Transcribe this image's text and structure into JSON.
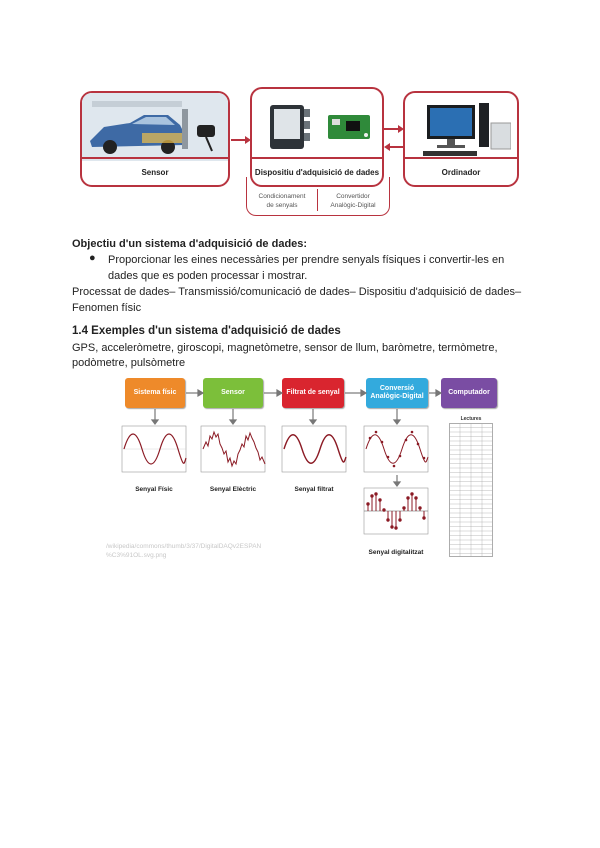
{
  "diagram1": {
    "sensor_label": "Sensor",
    "daq_label": "Dispositiu d'adquisició de dades",
    "computer_label": "Ordinador",
    "sub_left": [
      "Condicionament",
      "de senyals"
    ],
    "sub_right": [
      "Convertidor",
      "Analògic-Digital"
    ]
  },
  "section": {
    "objective_title": "Objectiu d'un sistema d'adquisició de dades:",
    "bullet_line1": "Proporcionar les eines necessàries per prendre senyals físiques i convertir-les en",
    "bullet_line2": "dades que es poden processar i mostrar.",
    "flow_line1": "Processat de dades– Transmissió/comunicació de dades– Dispositiu d'adquisició de dades–",
    "flow_line2": "Fenomen físic",
    "examples_title": "1.4 Exemples d'un sistema d'adquisició de dades",
    "examples_line1": "GPS, acceleròmetre, giroscopi, magnetòmetre, sensor de llum, baròmetre, termòmetre,",
    "examples_line2": "podòmetre, pulsòmetre"
  },
  "diagram2": {
    "stages": [
      "Sistema físic",
      "Sensor",
      "Filtrat de senyal",
      "Conversió Analògic-Digital",
      "Computador"
    ],
    "captions": [
      "Senyal Físic",
      "Senyal Elèctric",
      "Senyal filtrat",
      "Senyal digitalitzat"
    ],
    "table_header": "Lectures",
    "watermark_line1": "/wikipedia/commons/thumb/3/37/DigitalDAQv2ESPAN",
    "watermark_line2": "%C3%91OL.svg.png"
  },
  "colors": {
    "accent": "#b8333f",
    "stage1": "#ee8a2a",
    "stage2": "#7cbf3a",
    "stage3": "#d9252f",
    "stage4": "#33aadd",
    "stage5": "#7a4da3"
  }
}
